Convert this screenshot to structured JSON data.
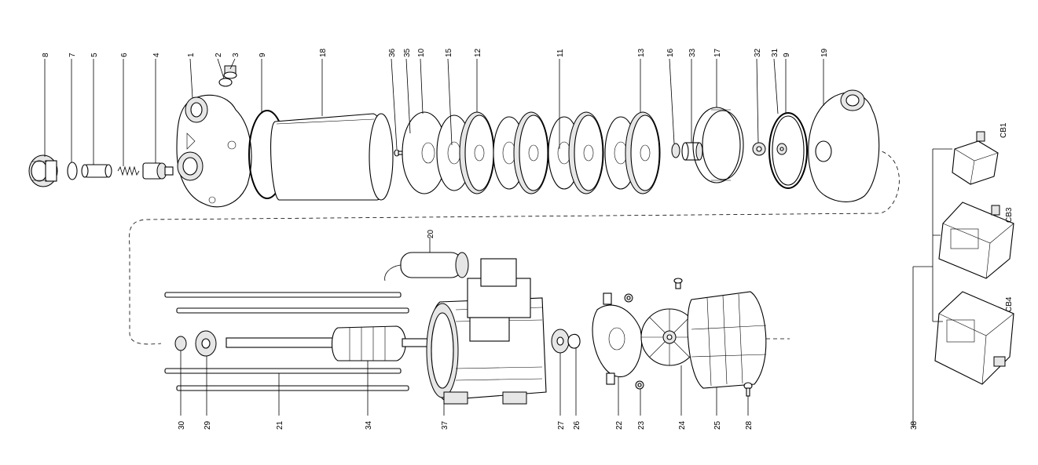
{
  "callouts_top": [
    "8",
    "7",
    "5",
    "6",
    "4",
    "1",
    "2",
    "3",
    "9",
    "18",
    "36",
    "35",
    "10",
    "15",
    "12",
    "11",
    "13",
    "16",
    "33",
    "17",
    "32",
    "31",
    "9",
    "19"
  ],
  "callouts_bottom": [
    "30",
    "29",
    "21",
    "34",
    "37",
    "27",
    "26",
    "22",
    "23",
    "24",
    "25",
    "28",
    "38"
  ],
  "callout_mid": "20",
  "control_boxes": [
    "CB1",
    "CB3",
    "CB4"
  ]
}
